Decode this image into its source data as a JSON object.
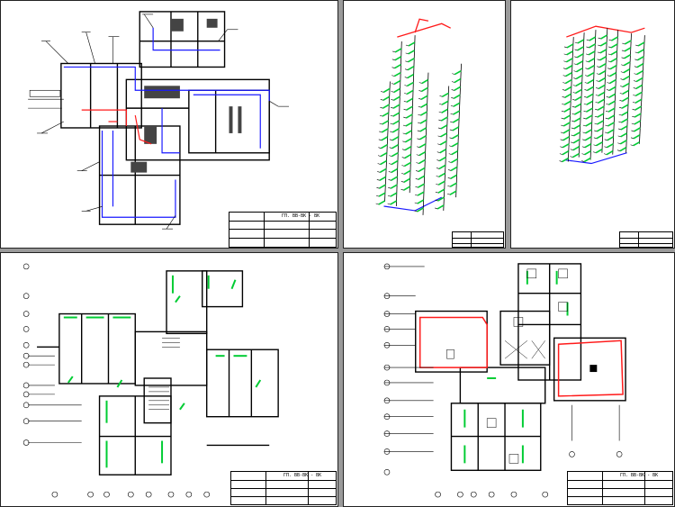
{
  "sheets": [
    {
      "id": "sheet-1",
      "title_code": "ГП. ВВ-ВК - ВК"
    },
    {
      "id": "sheet-2",
      "title_code": ""
    },
    {
      "id": "sheet-3",
      "title_code": ""
    },
    {
      "id": "sheet-4",
      "title_code": "ГП. ВВ-ВК - ВК"
    },
    {
      "id": "sheet-5",
      "title_code": "ГП. ВВ-ВК - ВК"
    }
  ],
  "colors": {
    "background": "#9a9a9a",
    "paper": "#ffffff",
    "line": "#000000",
    "water_supply": "#1a1aff",
    "hot_water": "#ff1a1a",
    "fixture": "#00cc33"
  }
}
